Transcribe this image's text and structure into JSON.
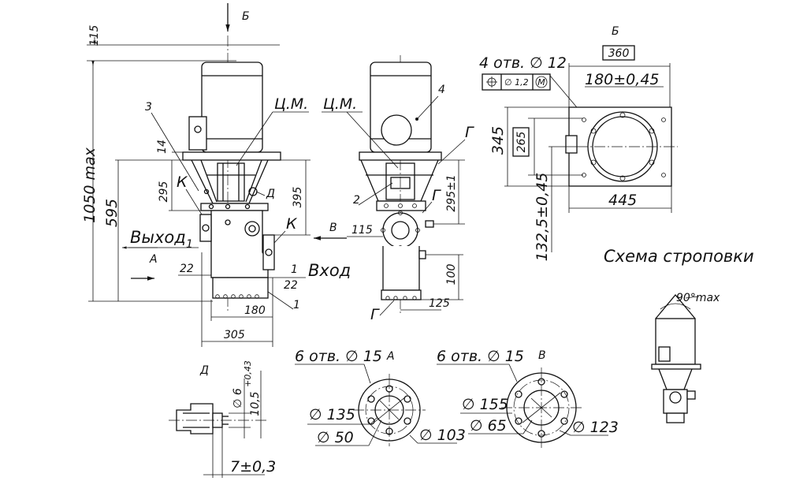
{
  "labels": {
    "view_b_arrow": "Б",
    "view_b_title": "Б",
    "view_a_title": "А",
    "view_v_title": "В",
    "view_d_title": "Д",
    "sling_scheme": "Схема строповки",
    "outlet": "Выход",
    "inlet": "Вход",
    "arrow_a": "А",
    "arrow_v": "В",
    "cm_left": "Ц.М.",
    "cm_right": "Ц.М.",
    "pos_1": "1",
    "pos_2": "2",
    "pos_3": "3",
    "pos_4": "4",
    "mark_k_left": "К",
    "mark_k_right": "К",
    "mark_d": "Д",
    "mark_g_top": "Г",
    "mark_g_mid": "Г",
    "mark_g_bottom": "Г"
  },
  "dimensions": {
    "d115_top": "115",
    "d1050": "1050 max",
    "d595": "595",
    "d14": "14",
    "d295": "295",
    "d395": "395",
    "d1_left": "1",
    "d22_left": "22",
    "d1_right": "1",
    "d22_right": "22",
    "d180_front": "180",
    "d305": "305",
    "d115_side": "115",
    "d295_tol": "295±1",
    "d100": "100",
    "d125": "125",
    "plan_holes": "4 отв. ∅ 12",
    "plan_tol_frame": "∅ 1,2",
    "plan_tol_m": "M",
    "d360": "360",
    "d180_tol": "180±0,45",
    "d345": "345",
    "d265": "265",
    "d132": "132,5±0,45",
    "d445": "445",
    "d90": "90°max",
    "a_holes": "6 отв. ∅ 15",
    "a_d135": "∅ 135",
    "a_d50": "∅ 50",
    "a_d103": "∅ 103",
    "v_holes": "6 отв. ∅ 15",
    "v_d155": "∅ 155",
    "v_d65": "∅ 65",
    "v_d123": "∅ 123",
    "d_d6": "∅ 6",
    "d_105": "10,5",
    "d_105_tol": "+0,43",
    "d_7": "7±0,3"
  }
}
